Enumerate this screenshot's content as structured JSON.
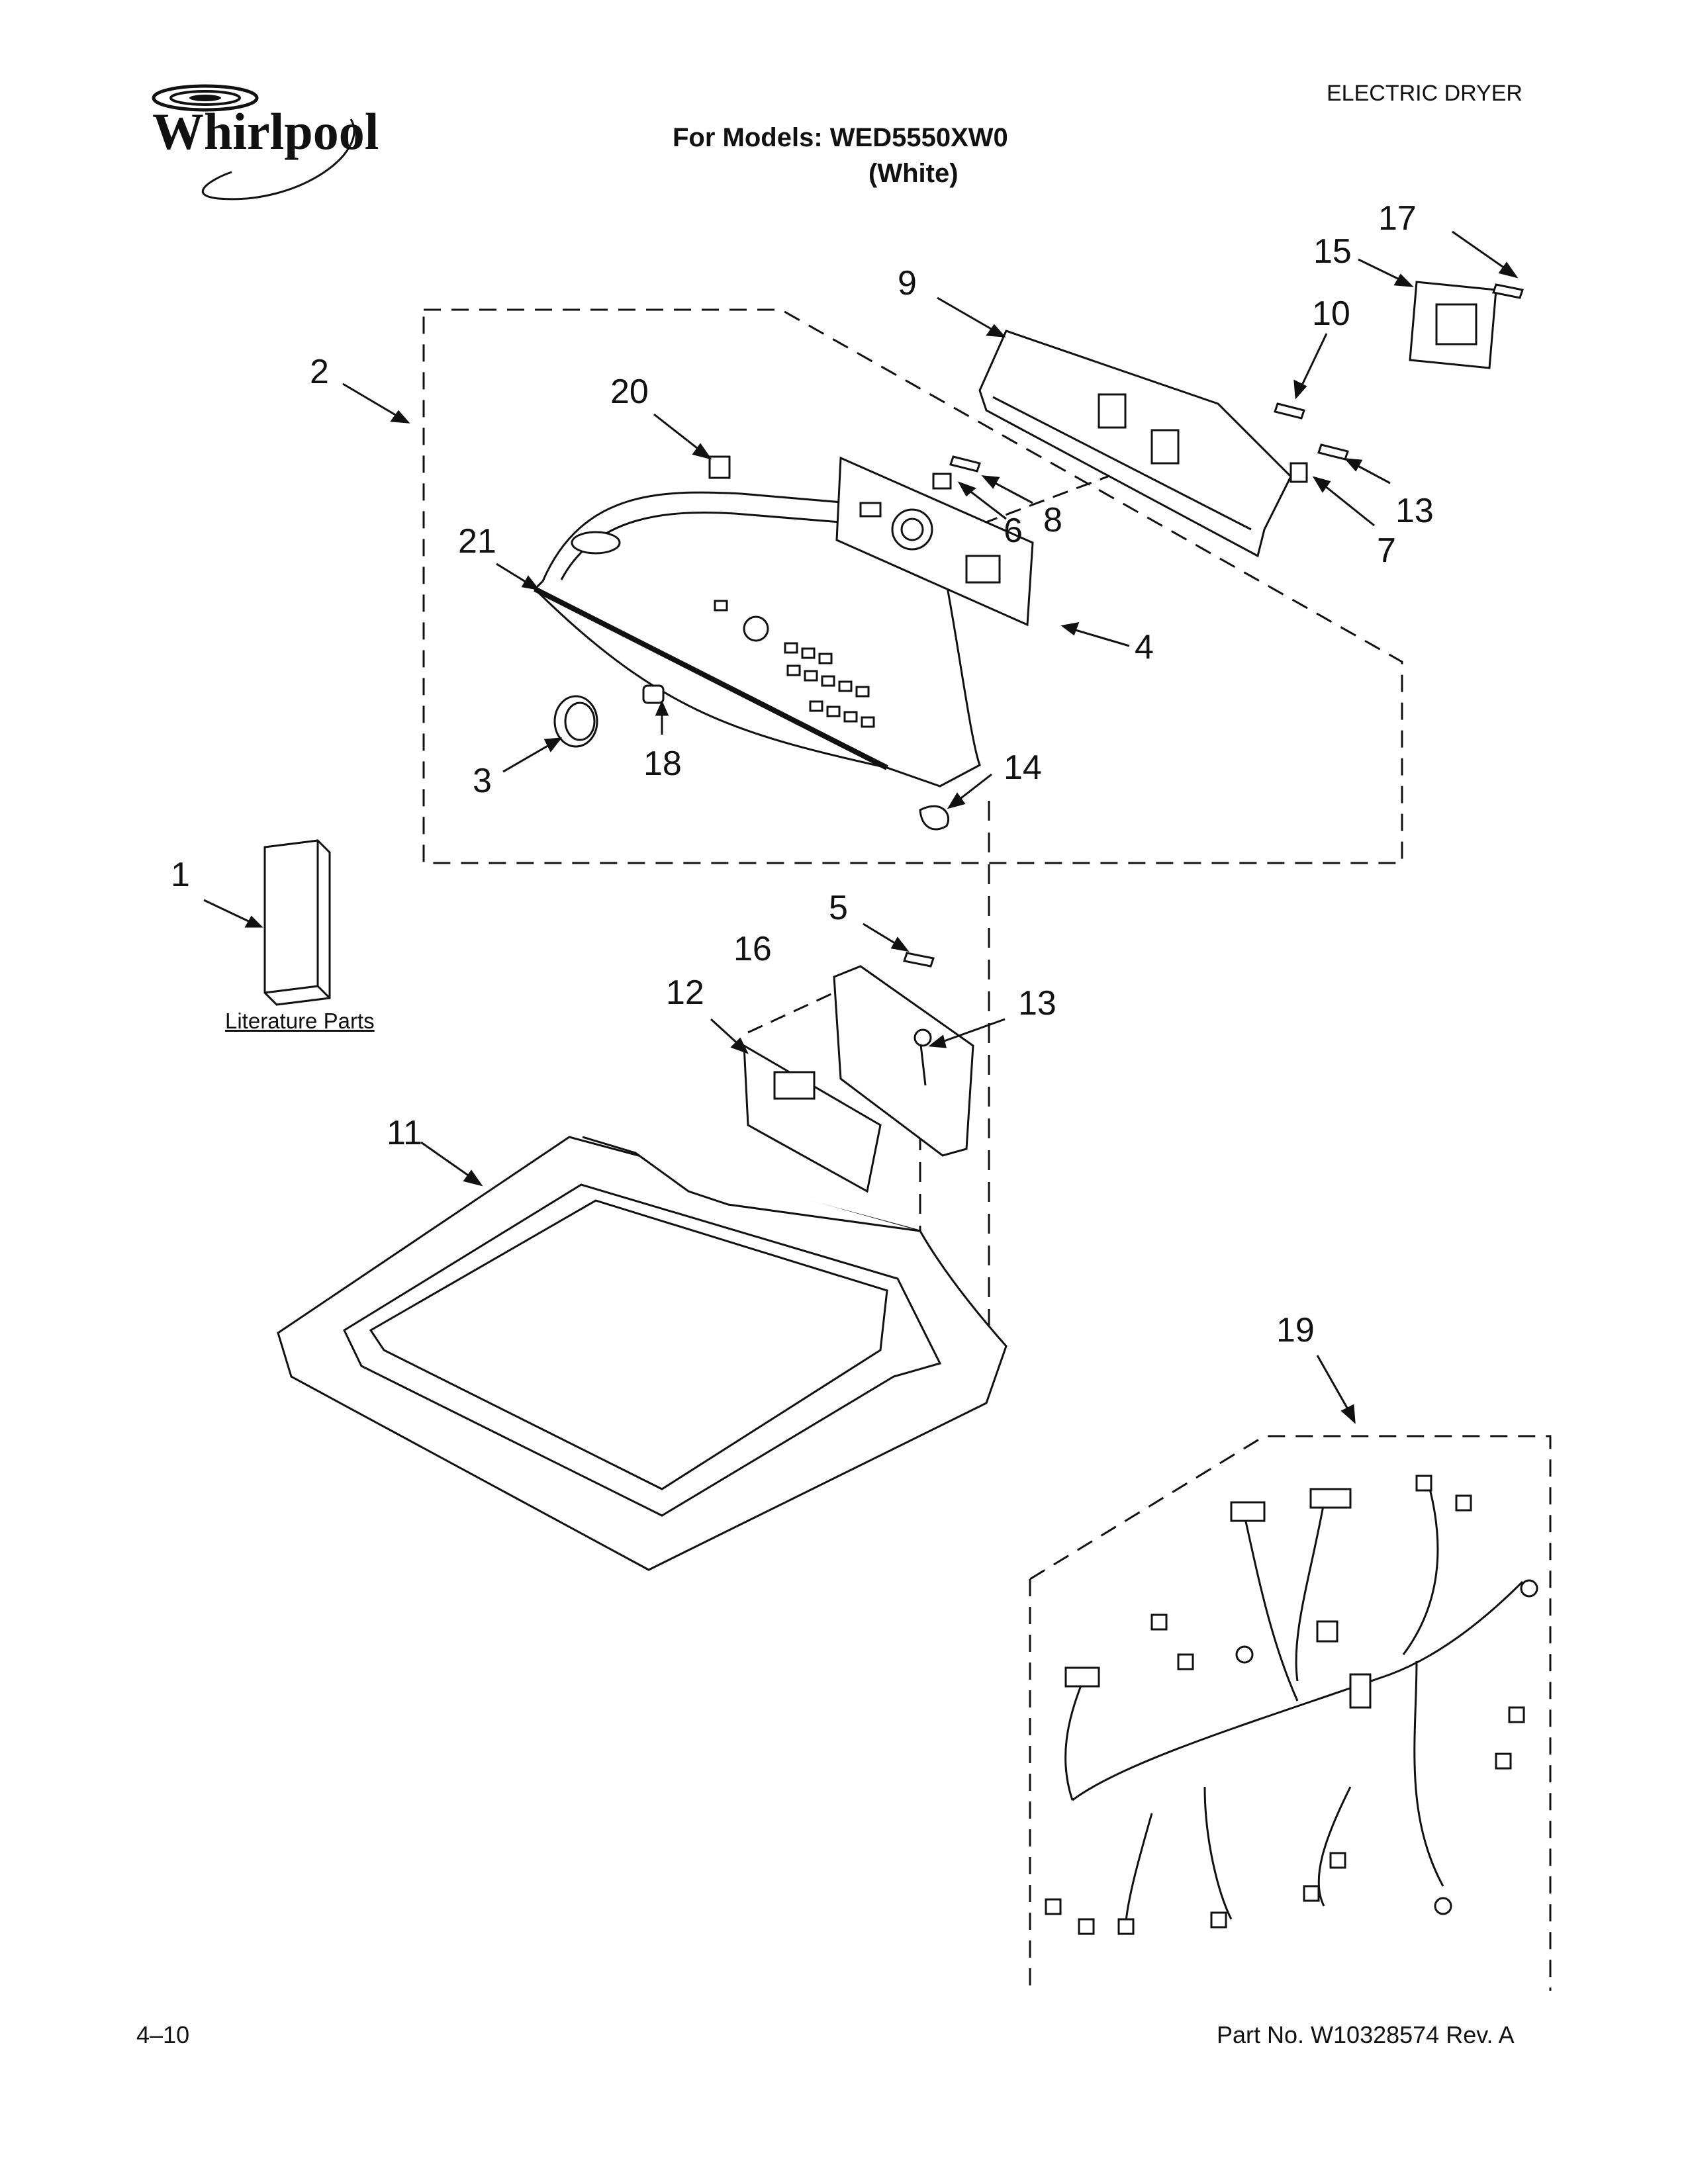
{
  "header": {
    "brand": "Whirlpool",
    "category": "ELECTRIC DRYER",
    "models_line": "For Models: WED5550XW0",
    "color_line": "(White)"
  },
  "literature_label": "Literature Parts",
  "callouts": [
    "1",
    "2",
    "3",
    "4",
    "5",
    "6",
    "7",
    "8",
    "9",
    "10",
    "11",
    "12",
    "13",
    "13",
    "14",
    "15",
    "16",
    "17",
    "18",
    "19",
    "20",
    "21"
  ],
  "footer": {
    "date": "4–10",
    "part_no": "Part No. W10328574 Rev. A"
  },
  "colors": {
    "ink": "#111111",
    "paper": "#ffffff"
  }
}
